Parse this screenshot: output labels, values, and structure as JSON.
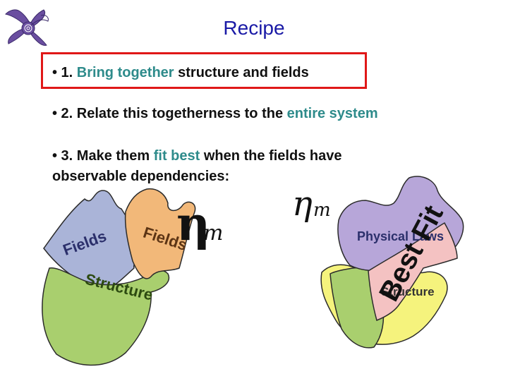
{
  "slide": {
    "title": "Recipe",
    "bullets": [
      {
        "prefix": "• 1. ",
        "highlight": "Bring together",
        "suffix": " structure and fields"
      },
      {
        "prefix": "• 2. Relate this togetherness to the ",
        "highlight": "entire system",
        "suffix": ""
      },
      {
        "line1_prefix": "• 3. Make them ",
        "highlight": "fit best",
        "line1_suffix": " when the fields have",
        "line2": "observable dependencies:"
      }
    ]
  },
  "puzzle_labels": {
    "fields_left": "Fields",
    "fields_right": "Fields",
    "structure": "Structure",
    "physical": "Physical Laws",
    "structure_right": "Structure",
    "best_fit": "Best Fit",
    "eta_symbol": "η",
    "subscript_m": "m"
  },
  "colors": {
    "title": "#1a1aa6",
    "highlight": "#2e8b8b",
    "frame": "#e01818",
    "piece_blue": "#aab4d8",
    "piece_green": "#a9cf6e",
    "piece_orange": "#f2b879",
    "piece_yellow": "#f5f37d",
    "piece_purple": "#b7a6d9",
    "piece_pink": "#f4c2c2"
  }
}
